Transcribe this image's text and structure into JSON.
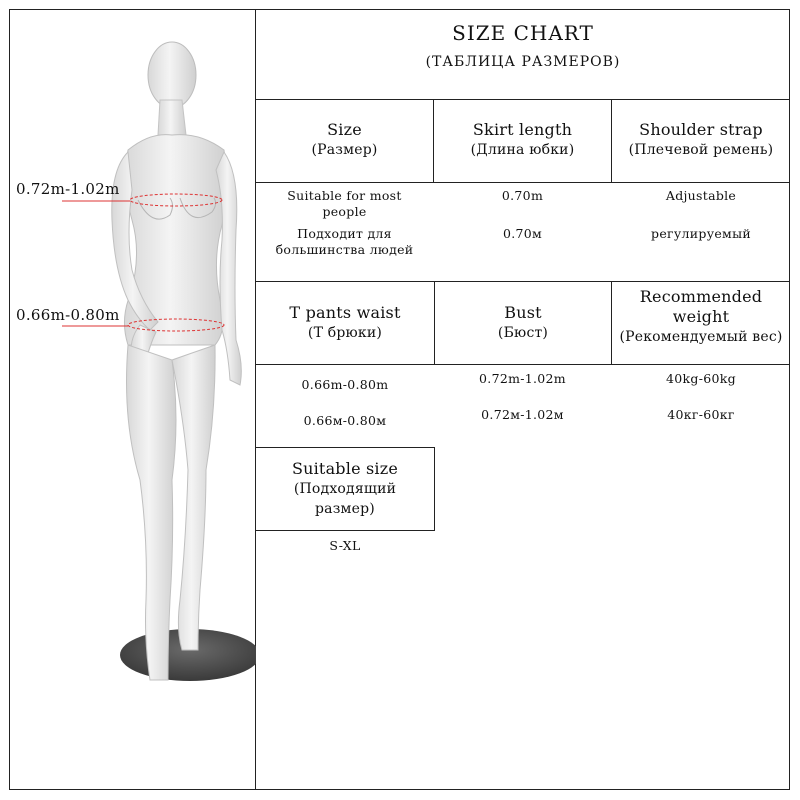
{
  "title": "SIZE CHART",
  "subtitle": "(ТАБЛИЦА РАЗМЕРОВ)",
  "measurements": {
    "bust_label": "0.72m-1.02m",
    "waist_label": "0.66m-0.80m"
  },
  "row1": {
    "headers": [
      {
        "en": "Size",
        "ru": "(Размер)"
      },
      {
        "en": "Skirt length",
        "ru": "(Длина юбки)"
      },
      {
        "en": "Shoulder strap",
        "ru": "(Плечевой ремень)"
      }
    ],
    "values": [
      {
        "en": "Suitable for most people",
        "ru": "Подходит для большинства людей"
      },
      {
        "en": "0.70m",
        "ru": "0.70м"
      },
      {
        "en": "Adjustable",
        "ru": "регулируемый"
      }
    ]
  },
  "row2": {
    "headers": [
      {
        "en": "T pants waist",
        "ru": "(Т брюки)"
      },
      {
        "en": "Bust",
        "ru": "(Бюст)"
      },
      {
        "en": "Recommended weight",
        "ru": "(Рекомендуемый вес)"
      }
    ],
    "values": [
      {
        "en": "0.66m-0.80m",
        "ru": "0.66м-0.80м"
      },
      {
        "en": "0.72m-1.02m",
        "ru": "0.72м-1.02м"
      },
      {
        "en": "40kg-60kg",
        "ru": "40кг-60кг"
      }
    ]
  },
  "row3": {
    "header": {
      "en": "Suitable size",
      "ru": "(Подходящий размер)"
    },
    "value": "S-XL"
  }
}
